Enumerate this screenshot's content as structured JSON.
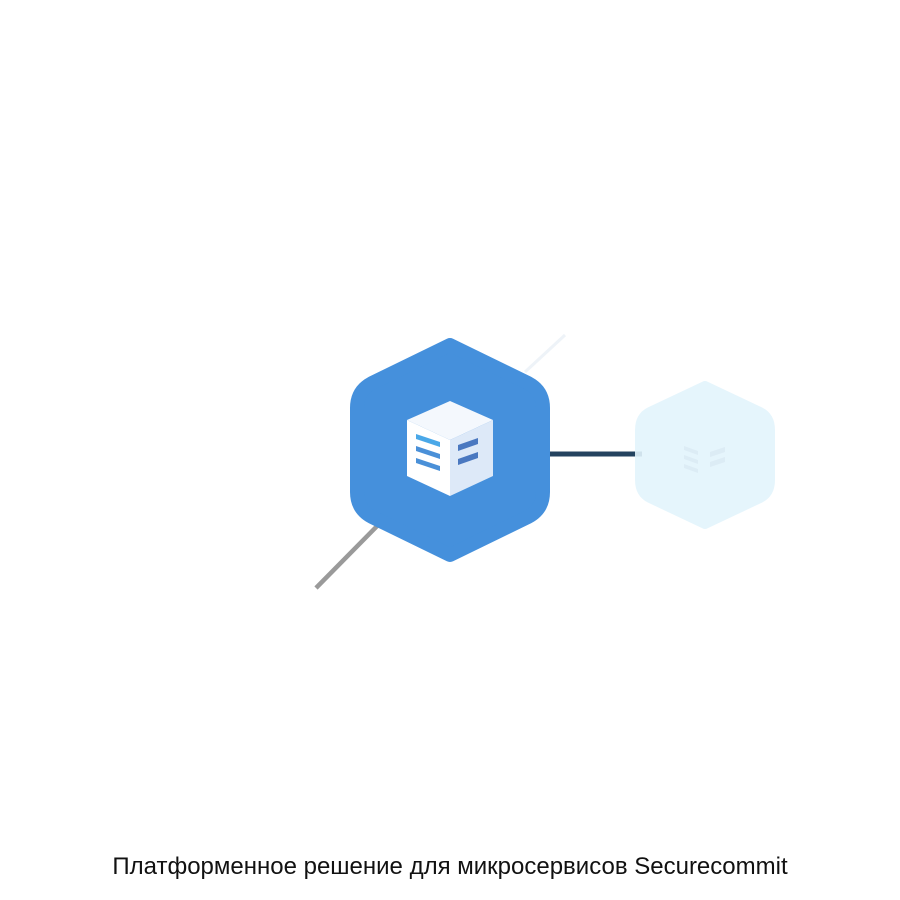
{
  "caption": "Платформенное решение для микросервисов Securecommit",
  "colors": {
    "main_node": "#4590dc",
    "secondary_node": "#e3f4fc",
    "link_dark": "#24435f",
    "link_gray": "#9a9a9a",
    "cube_face": "#ffffff",
    "cube_side": "#dde9f8",
    "stripe_light": "#4aa8e8",
    "stripe_dark": "#4a78c0"
  },
  "nodes": [
    {
      "name": "microservice-main",
      "icon": "cube-server-icon",
      "state": "active"
    },
    {
      "name": "microservice-secondary",
      "icon": "cube-server-icon",
      "state": "faded"
    }
  ]
}
